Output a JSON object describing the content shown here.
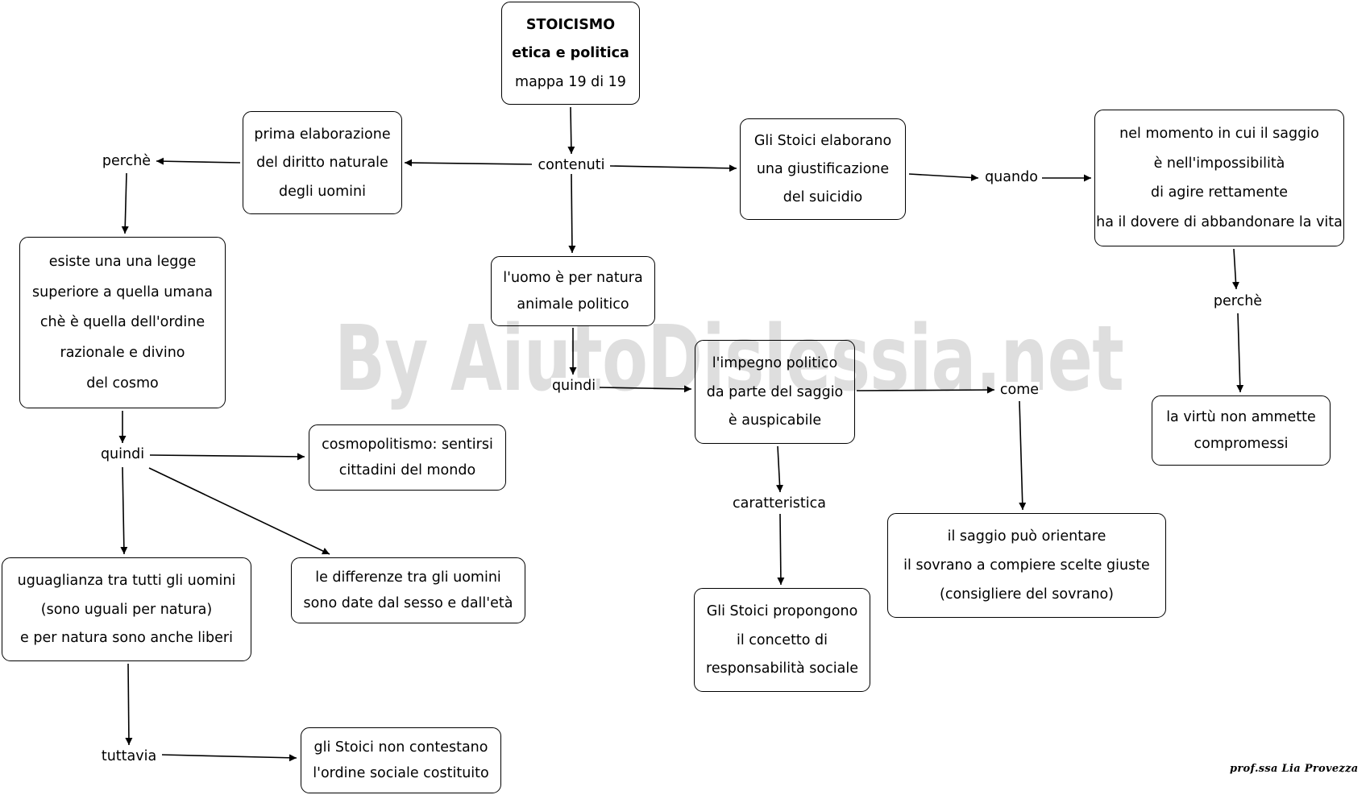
{
  "title_box": {
    "line1": "STOICISMO",
    "line2": "etica e politica",
    "line3": "mappa  19 di 19"
  },
  "watermark": "By AiutoDislessia.net",
  "signature": "prof.ssa Lia Provezza",
  "nodes": {
    "diritto_naturale": [
      "prima elaborazione",
      "del diritto naturale",
      "degli uomini"
    ],
    "giustificazione_suicidio": [
      "Gli Stoici elaborano",
      "una giustificazione",
      "del suicidio"
    ],
    "saggio_abbandonare_vita": [
      "nel momento in cui il saggio",
      "è nell'impossibilità",
      "di agire rettamente",
      "ha il dovere di abbandonare la vita"
    ],
    "legge_superiore": [
      "esiste una una legge",
      "superiore a quella umana",
      "chè è quella dell'ordine",
      "razionale e divino",
      "del cosmo"
    ],
    "animale_politico": [
      "l'uomo è per natura",
      "animale politico"
    ],
    "impegno_politico": [
      "l'impegno politico",
      "da parte del saggio",
      "è auspicabile"
    ],
    "virtu_compromessi": [
      "la virtù  non ammette",
      "compromessi"
    ],
    "cosmopolitismo": [
      "cosmopolitismo: sentirsi",
      "cittadini del mondo"
    ],
    "differenze_uomini": [
      "le differenze tra gli uomini",
      "sono date dal sesso e dall'età"
    ],
    "uguaglianza": [
      "uguaglianza tra tutti gli  uomini",
      "(sono uguali per natura)",
      "e per natura sono anche liberi"
    ],
    "saggio_orientare": [
      "il saggio può orientare",
      "il sovrano a compiere scelte giuste",
      "(consigliere del sovrano)"
    ],
    "responsabilita_sociale": [
      "Gli Stoici propongono",
      "il concetto di",
      "responsabilità sociale"
    ],
    "ordine_sociale": [
      "gli Stoici non contestano",
      "l'ordine sociale costituito"
    ]
  },
  "labels": {
    "contenuti": "contenuti",
    "perche_left": "perchè",
    "quando": "quando",
    "perche_right": "perchè",
    "quindi_middle": "quindi",
    "come": "come",
    "quindi_left": "quindi",
    "caratteristica": "caratteristica",
    "tuttavia": "tuttavia"
  }
}
